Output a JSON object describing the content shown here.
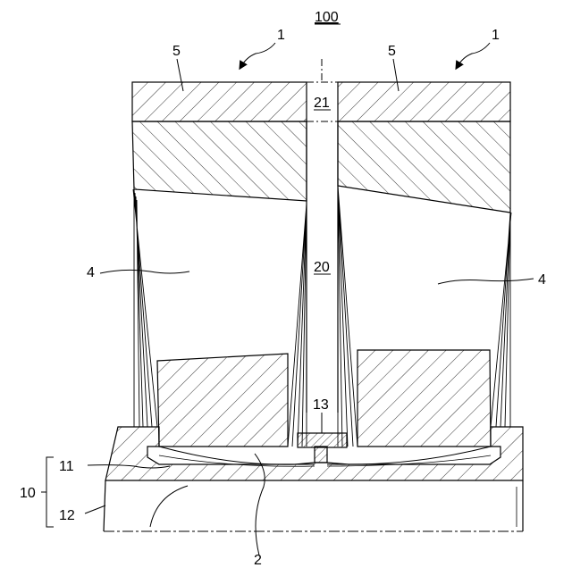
{
  "labels": {
    "assembly": "100",
    "unit_left": "1",
    "unit_right": "1",
    "cover_left": "5",
    "cover_right": "5",
    "gap_top": "21",
    "gap_mid": "20",
    "bead_left": "4",
    "bead_right": "4",
    "joint": "13",
    "base_part_upper": "11",
    "base_group": "10",
    "base_part_lower": "12",
    "tread": "2"
  },
  "colors": {
    "line": "#000000",
    "background": "#ffffff"
  }
}
